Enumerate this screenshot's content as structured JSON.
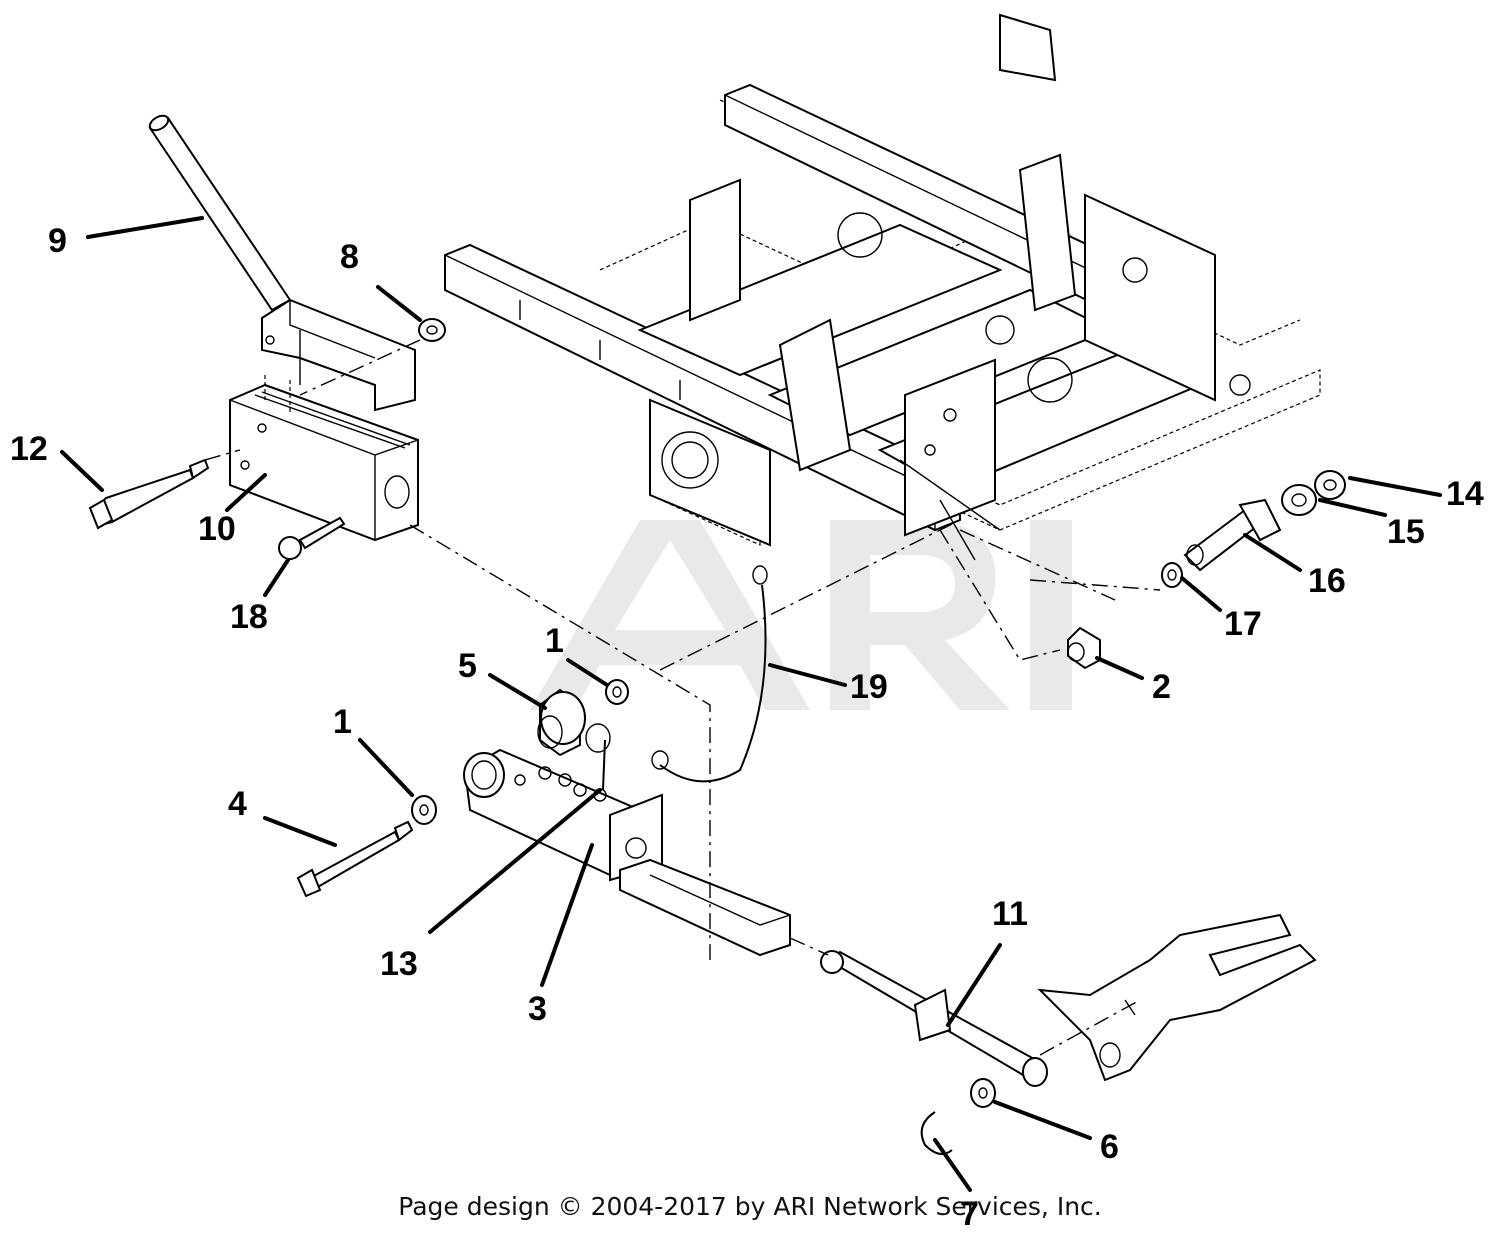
{
  "diagram": {
    "watermark": "ARI",
    "callouts": [
      "1",
      "1",
      "2",
      "3",
      "4",
      "5",
      "6",
      "7",
      "8",
      "9",
      "10",
      "11",
      "12",
      "13",
      "14",
      "15",
      "16",
      "17",
      "18",
      "19"
    ]
  },
  "footer": {
    "text": "Page design © 2004-2017 by ARI Network Services, Inc."
  }
}
